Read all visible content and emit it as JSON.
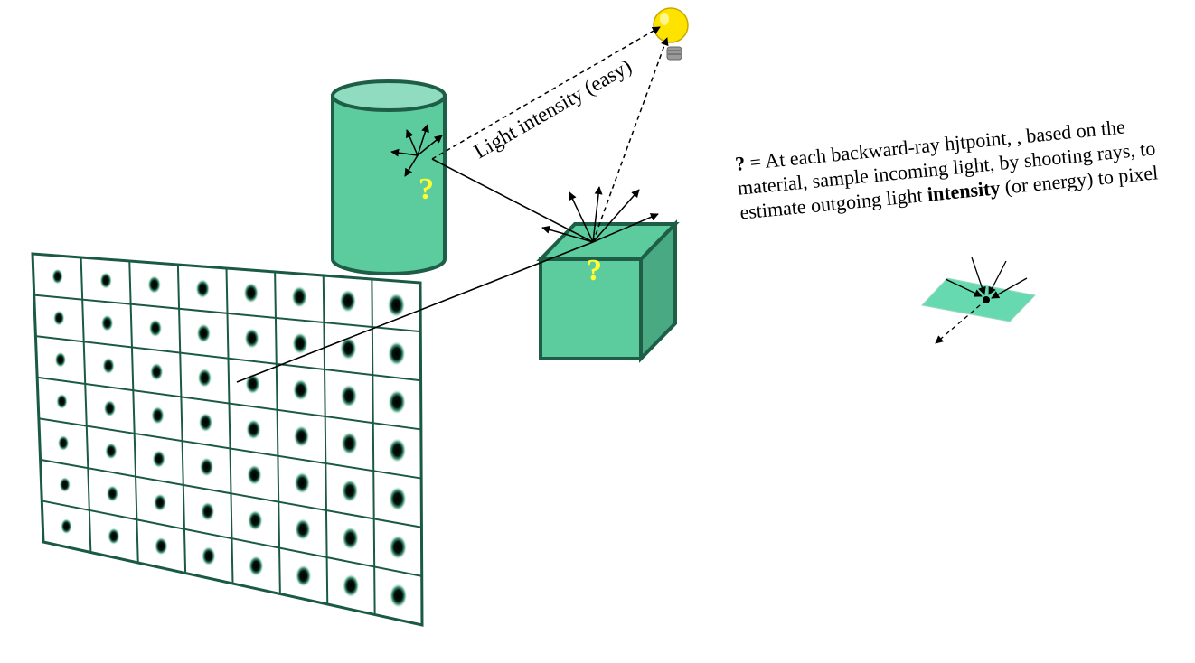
{
  "scene": {
    "light_label": "Light intensity (easy)",
    "cylinder_marker": "?",
    "cube_marker": "?",
    "grid": {
      "rows": 7,
      "cols": 8
    }
  },
  "caption": {
    "marker": "?",
    "part1": " = At each backward-ray hjtpoint, , based on the material, sample incoming light, by shooting rays, to estimate outgoing light ",
    "bold": "intensity",
    "part2": " (or energy) to pixel"
  },
  "colors": {
    "object_fill": "#5ccb9e",
    "object_top": "#8fdcc0",
    "object_side": "#48a983",
    "object_stroke": "#1e5e47",
    "grid_line": "#1a5a45",
    "marker": "#ffff33",
    "bulb": "#ffe300"
  }
}
